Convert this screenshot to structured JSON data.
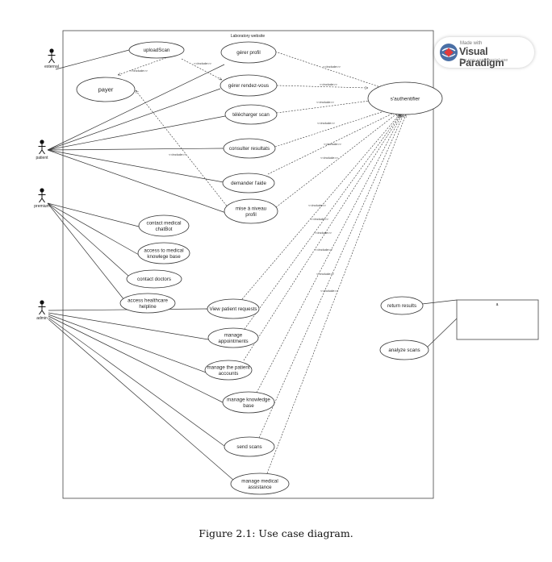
{
  "system": {
    "title": "Laboratory website"
  },
  "actors": [
    {
      "id": "external",
      "label": "external"
    },
    {
      "id": "patient",
      "label": "patient"
    },
    {
      "id": "premium",
      "label": "premium"
    },
    {
      "id": "admin",
      "label": "admin"
    }
  ],
  "usecases": [
    {
      "id": "uploadScan",
      "lines": [
        "uploadScan"
      ]
    },
    {
      "id": "payer",
      "lines": [
        "payer"
      ]
    },
    {
      "id": "gererProfil",
      "lines": [
        "gérer profil"
      ]
    },
    {
      "id": "gererRdv",
      "lines": [
        "gérer rendez-vous"
      ]
    },
    {
      "id": "telechargerScan",
      "lines": [
        "télécharger scan"
      ]
    },
    {
      "id": "consulterResultats",
      "lines": [
        "consulter resultats"
      ]
    },
    {
      "id": "demanderAide",
      "lines": [
        "demander l'aide"
      ]
    },
    {
      "id": "miseNiveau",
      "lines": [
        "mise à niveau",
        "profil"
      ]
    },
    {
      "id": "sauthentifier",
      "lines": [
        "s'authentifier"
      ]
    },
    {
      "id": "chatbot",
      "lines": [
        "contact medical",
        "chatBot"
      ]
    },
    {
      "id": "knowledgeAccess",
      "lines": [
        "access to medical",
        "knowlege base"
      ]
    },
    {
      "id": "contactDoctors",
      "lines": [
        "contact doctors"
      ]
    },
    {
      "id": "helpline",
      "lines": [
        "access healthcare",
        "helpline"
      ]
    },
    {
      "id": "viewRequests",
      "lines": [
        "View patient requests"
      ]
    },
    {
      "id": "manageAppointments",
      "lines": [
        "manage",
        "appointments"
      ]
    },
    {
      "id": "managePatientAccounts",
      "lines": [
        "manage the patient",
        "accounts"
      ]
    },
    {
      "id": "manageKnowledge",
      "lines": [
        "manage knowledge",
        "base"
      ]
    },
    {
      "id": "sendScans",
      "lines": [
        "send scans"
      ]
    },
    {
      "id": "manageAssistance",
      "lines": [
        "manage medical",
        "assistance"
      ]
    },
    {
      "id": "returnResults",
      "lines": [
        "return results"
      ]
    },
    {
      "id": "analyzeScans",
      "lines": [
        "analyze scans"
      ]
    }
  ],
  "external_box": {
    "label": "a"
  },
  "include_label": "<<include>>",
  "watermark": {
    "made": "Made with",
    "brand": "Visual Paradigm",
    "note": "For non-commercial use"
  },
  "caption": "Figure 2.1: Use case diagram."
}
